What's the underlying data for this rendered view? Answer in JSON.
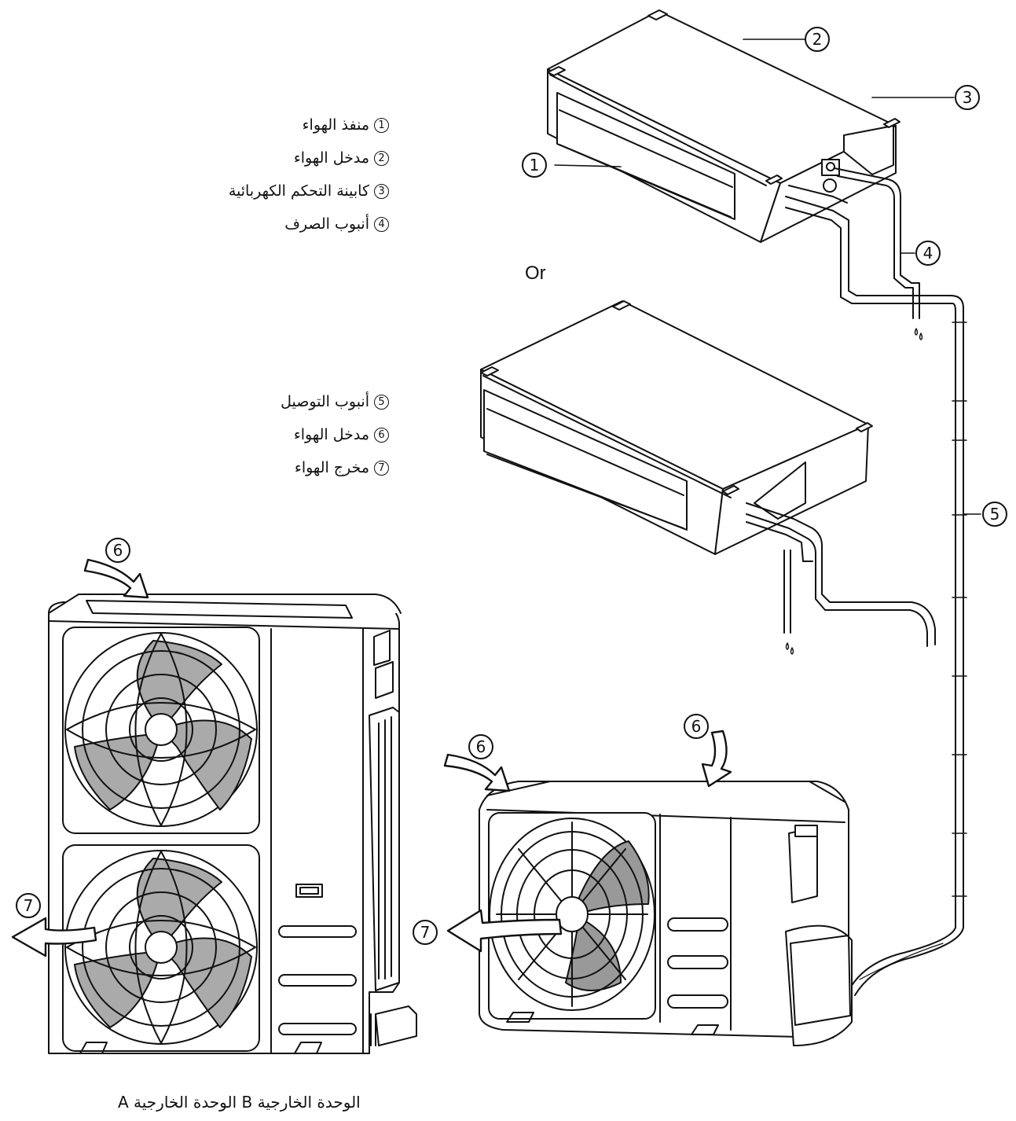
{
  "legend_top": [
    {
      "num": "1",
      "text": "منفذ الهواء"
    },
    {
      "num": "2",
      "text": "مدخل الهواء"
    },
    {
      "num": "3",
      "text": "كابينة التحكم الكهربائية"
    },
    {
      "num": "4",
      "text": "أنبوب الصرف"
    }
  ],
  "legend_bottom": [
    {
      "num": "5",
      "text": "أنبوب التوصيل"
    },
    {
      "num": "6",
      "text": "مدخل الهواء"
    },
    {
      "num": "7",
      "text": "مخرج الهواء"
    }
  ],
  "or_label": "Or",
  "caption": "الوحدة الخارجية B  الوحدة الخارجية A",
  "callouts": {
    "c1": "1",
    "c2": "2",
    "c3": "3",
    "c4": "4",
    "c5": "5",
    "c6a": "6",
    "c6b": "6",
    "c6c": "6",
    "c7a": "7",
    "c7b": "7"
  }
}
